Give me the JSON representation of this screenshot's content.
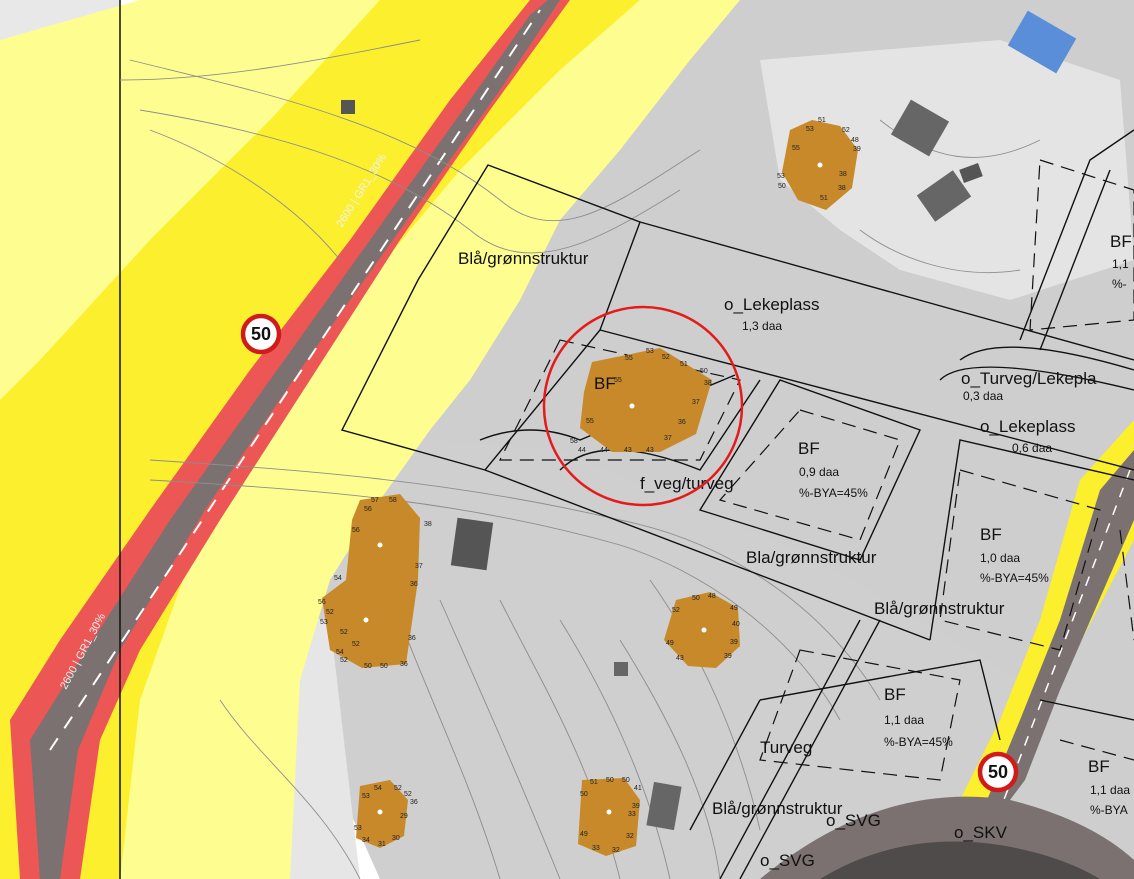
{
  "colors": {
    "noise_yellow": "#fbef2e",
    "noise_pale_yellow": "#fefe90",
    "noise_red": "#ec5654",
    "road": "#7b7170",
    "building": "#c7892a",
    "shade_gray": "#cecece",
    "light_gray": "#e4e4e4",
    "speed_ring": "#d11a1a",
    "highlight_circle": "#e31b1b",
    "blue_roof": "#5a8ed8"
  },
  "road_labels": [
    "2600 | GR1_30%",
    "2600 | GR1_30%"
  ],
  "speed_signs": [
    {
      "value": "50"
    },
    {
      "value": "50"
    }
  ],
  "zones": [
    {
      "name": "Blå/grønnstruktur"
    },
    {
      "name": "o_Lekeplass",
      "area": "1,3 daa"
    },
    {
      "name": "BF"
    },
    {
      "name": "o_Turveg/Lekepla",
      "area": "0,3 daa"
    },
    {
      "name": "o_Lekeplass",
      "area": "0,6 daa"
    },
    {
      "name": "f_veg/turveg"
    },
    {
      "name": "BF",
      "area": "0,9 daa",
      "bya": "%-BYA=45%"
    },
    {
      "name": "Bla/grønnstruktur"
    },
    {
      "name": "BF",
      "area": "1,0 daa",
      "bya": "%-BYA=45%"
    },
    {
      "name": "Blå/grønnstruktur"
    },
    {
      "name": "BF",
      "area": "1,1 daa",
      "bya": "%-BYA=45%"
    },
    {
      "name": "Turveg"
    },
    {
      "name": "BF",
      "area": "1,1 daa",
      "bya": "%-BYA"
    },
    {
      "name": "Blå/grønnstruktur"
    },
    {
      "name": "o_SVG"
    },
    {
      "name": "o_SKV"
    },
    {
      "name": "o_SVG"
    },
    {
      "name": "BF",
      "area": "1,1",
      "bya": "%-"
    }
  ],
  "building_heights": [
    [
      "53",
      "51",
      "52",
      "48",
      "55",
      "39",
      "53",
      "38",
      "50",
      "51",
      "38"
    ],
    [
      "55",
      "53",
      "52",
      "51",
      "50",
      "55",
      "38",
      "37",
      "55",
      "36",
      "58",
      "37",
      "44",
      "44",
      "43",
      "43"
    ],
    [
      "57",
      "58",
      "56",
      "38",
      "56",
      "37",
      "54",
      "36",
      "56",
      "52",
      "53",
      "52",
      "52",
      "54",
      "36",
      "52",
      "50",
      "50",
      "36"
    ],
    [
      "50",
      "48",
      "52",
      "49",
      "40",
      "49",
      "39",
      "43",
      "39"
    ],
    [
      "54",
      "53",
      "52",
      "52",
      "36",
      "53",
      "29",
      "34",
      "31",
      "30"
    ],
    [
      "51",
      "50",
      "50",
      "41",
      "50",
      "39",
      "33",
      "49",
      "32",
      "33",
      "32"
    ]
  ]
}
